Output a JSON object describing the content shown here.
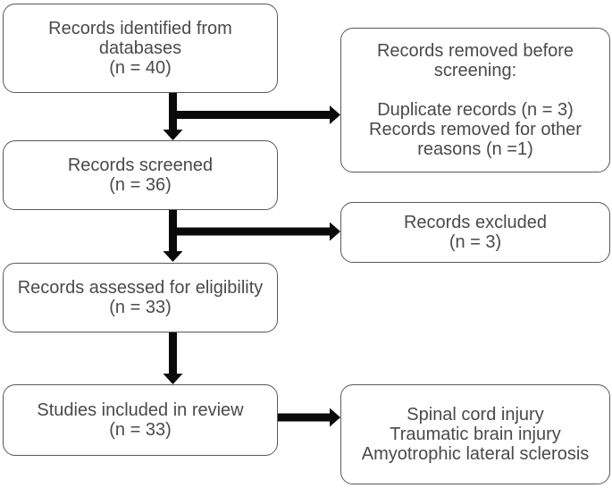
{
  "diagram": {
    "type": "flowchart",
    "boxes": {
      "identified": {
        "lines": [
          "Records identified from",
          "databases",
          "(n = 40)"
        ]
      },
      "removed_before_screening": {
        "heading_lines": [
          "Records removed before",
          "screening:"
        ],
        "detail_lines": [
          "Duplicate records (n = 3)",
          "Records removed for other",
          "reasons (n =1)"
        ]
      },
      "screened": {
        "lines": [
          "Records screened",
          "(n = 36)"
        ]
      },
      "excluded": {
        "lines": [
          "Records excluded",
          "(n = 3)"
        ]
      },
      "assessed": {
        "lines": [
          "Records assessed for eligibility",
          "(n = 33)"
        ]
      },
      "included": {
        "lines": [
          "Studies included in review",
          "(n = 33)"
        ]
      },
      "conditions": {
        "lines": [
          "Spinal cord injury",
          "Traumatic brain injury",
          "Amyotrophic lateral sclerosis"
        ]
      }
    },
    "connections": [
      {
        "from": "identified",
        "to": "screened",
        "direction": "down"
      },
      {
        "from": "identified",
        "to": "removed_before_screening",
        "direction": "right-branch"
      },
      {
        "from": "screened",
        "to": "assessed",
        "direction": "down"
      },
      {
        "from": "screened",
        "to": "excluded",
        "direction": "right-branch"
      },
      {
        "from": "assessed",
        "to": "included",
        "direction": "down"
      },
      {
        "from": "included",
        "to": "conditions",
        "direction": "right"
      }
    ]
  },
  "colors": {
    "box_border": "#58595b",
    "text": "#4a4a4a",
    "arrow": "#0a0a0a",
    "background": "#ffffff"
  }
}
